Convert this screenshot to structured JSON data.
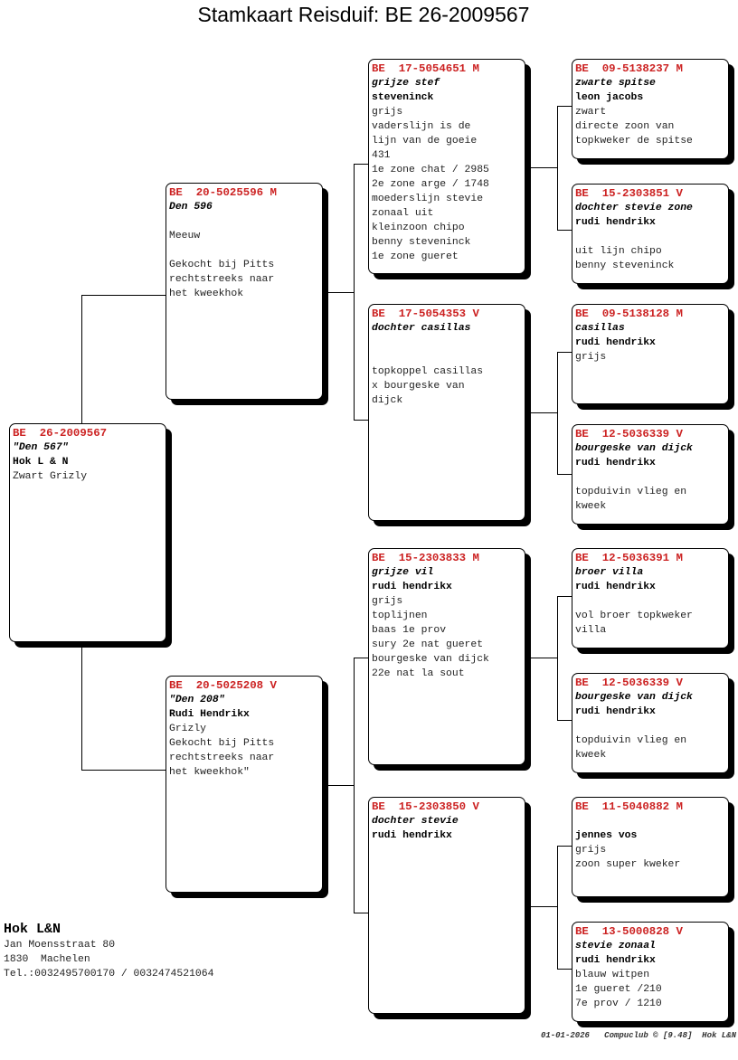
{
  "title": "Stamkaart Reisduif: BE  26-2009567",
  "subject": {
    "ring": "BE  26-2009567",
    "name": "\"Den 567\"",
    "owner": "Hok L & N",
    "lines": [
      "Zwart Grizly"
    ]
  },
  "parents": {
    "father": {
      "ring": "BE  20-5025596 M",
      "name": "Den 596",
      "owner": "",
      "lines": [
        "Meeuw",
        "",
        "Gekocht bij Pitts",
        "rechtstreeks naar",
        "het kweekhok"
      ]
    },
    "mother": {
      "ring": "BE  20-5025208 V",
      "name": "\"Den 208\"",
      "owner": "Rudi Hendrikx",
      "lines": [
        "Grizly",
        "Gekocht bij Pitts",
        "rechtstreeks naar",
        "het kweekhok\""
      ]
    }
  },
  "grandparents": {
    "ff": {
      "ring": "BE  17-5054651 M",
      "name": "grijze stef",
      "owner": "steveninck",
      "lines": [
        "grijs",
        "vaderslijn is de",
        "lijn van de goeie",
        "431",
        "1e zone chat / 2985",
        "2e zone arge / 1748",
        "moederslijn stevie",
        "zonaal uit",
        "kleinzoon chipo",
        "benny steveninck",
        "1e zone gueret"
      ]
    },
    "fm": {
      "ring": "BE  17-5054353 V",
      "name": "dochter casillas",
      "owner": "",
      "lines": [
        "",
        "topkoppel casillas",
        "x bourgeske van",
        "dijck"
      ]
    },
    "mf": {
      "ring": "BE  15-2303833 M",
      "name": "grijze vil",
      "owner": "rudi hendrikx",
      "lines": [
        "grijs",
        "toplijnen",
        "baas 1e prov",
        "sury 2e nat gueret",
        "bourgeske van dijck",
        "22e nat la sout"
      ]
    },
    "mm": {
      "ring": "BE  15-2303850 V",
      "name": "dochter stevie",
      "owner": "rudi hendrikx",
      "lines": []
    }
  },
  "great_grandparents": {
    "fff": {
      "ring": "BE  09-5138237 M",
      "name": "zwarte spitse",
      "owner": "leon jacobs",
      "lines": [
        "zwart",
        "directe zoon van",
        "topkweker de spitse"
      ]
    },
    "ffm": {
      "ring": "BE  15-2303851 V",
      "name": "dochter stevie zone",
      "owner": "rudi hendrikx",
      "lines": [
        "",
        "uit lijn chipo",
        "benny steveninck"
      ]
    },
    "fmf": {
      "ring": "BE  09-5138128 M",
      "name": "casillas",
      "owner": "rudi hendrikx",
      "lines": [
        "grijs"
      ]
    },
    "fmm": {
      "ring": "BE  12-5036339 V",
      "name": "bourgeske van dijck",
      "owner": "rudi hendrikx",
      "lines": [
        "",
        "topduivin vlieg en",
        "kweek"
      ]
    },
    "mff": {
      "ring": "BE  12-5036391 M",
      "name": "broer villa",
      "owner": "rudi hendrikx",
      "lines": [
        "",
        "vol broer topkweker",
        "villa"
      ]
    },
    "mfm": {
      "ring": "BE  12-5036339 V",
      "name": "bourgeske van dijck",
      "owner": "rudi hendrikx",
      "lines": [
        "",
        "topduivin vlieg en",
        "kweek"
      ]
    },
    "mmf": {
      "ring": "BE  11-5040882 M",
      "name": "",
      "owner": "jennes vos",
      "lines": [
        "grijs",
        "zoon super kweker"
      ]
    },
    "mmm": {
      "ring": "BE  13-5000828 V",
      "name": "stevie zonaal",
      "owner": "rudi hendrikx",
      "lines": [
        "blauw witpen",
        "1e gueret /210",
        "7e prov / 1210"
      ]
    }
  },
  "footer": {
    "loft_name": "Hok L&N",
    "address_line1": "Jan Moensstraat 80",
    "address_line2": "1830  Machelen",
    "phone": "Tel.:0032495700170 / 0032474521064",
    "stamp": "01-01-2026   Compuclub © [9.48]  Hok L&N"
  },
  "colors": {
    "ring_red": "#cc2222",
    "border": "#000000",
    "shadow": "#000000"
  }
}
